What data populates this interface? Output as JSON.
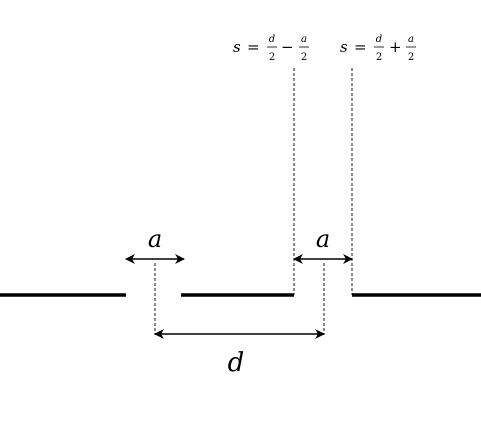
{
  "labels": {
    "slit_width_left": "a",
    "slit_width_right": "a",
    "separation": "d"
  },
  "equations": {
    "left": {
      "lhs": "s",
      "equals": "=",
      "frac1_num": "d",
      "frac1_den": "2",
      "operator": "−",
      "frac2_num": "a",
      "frac2_den": "2"
    },
    "right": {
      "lhs": "s",
      "equals": "=",
      "frac1_num": "d",
      "frac1_den": "2",
      "operator": "+",
      "frac2_num": "a",
      "frac2_den": "2"
    }
  },
  "colors": {
    "line": "#000000",
    "background": "#ffffff"
  }
}
